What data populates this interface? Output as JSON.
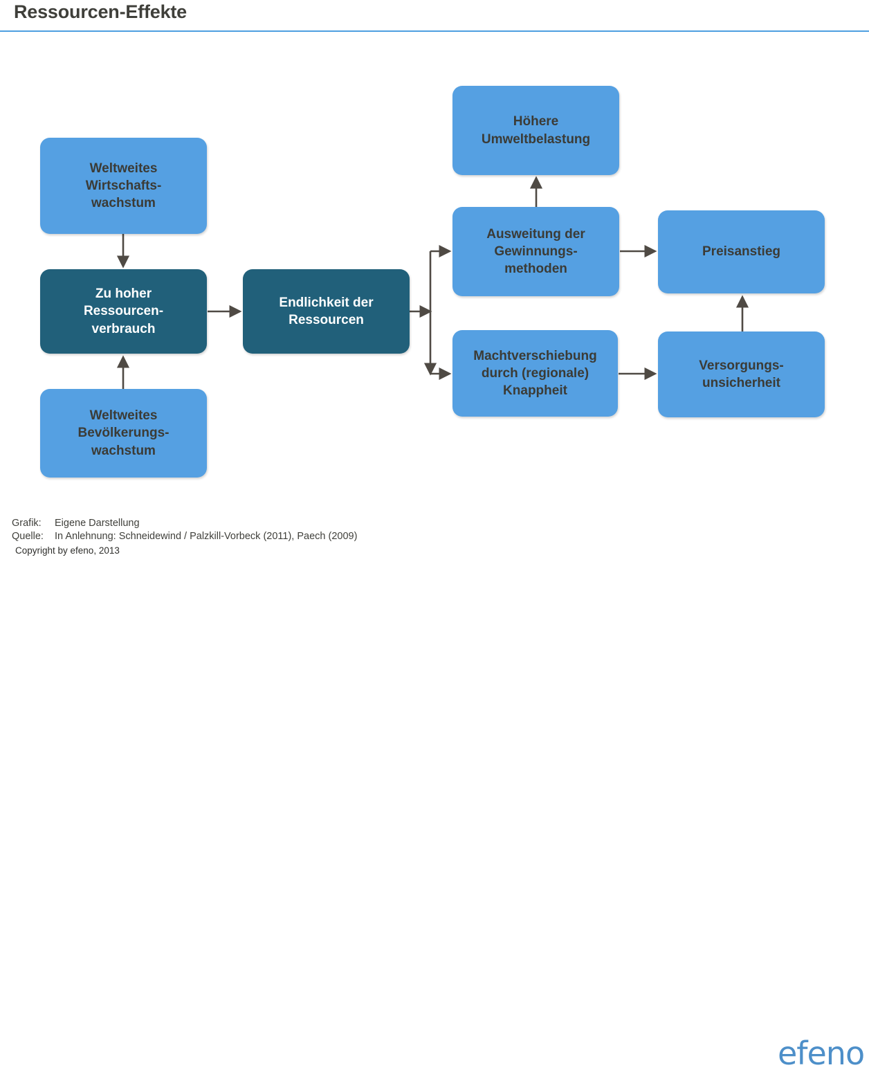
{
  "header": {
    "title": "Ressourcen-Effekte",
    "rule_color": "#4d9fe0"
  },
  "theme": {
    "light_box": "#55a0e2",
    "dark_box": "#21607a",
    "light_box_text": "#3b3b36",
    "dark_box_text": "#ffffff",
    "edge_color": "#4f4a44",
    "logo_color": "#4d8fc9"
  },
  "diagram": {
    "type": "flowchart",
    "nodes": [
      {
        "id": "wirtschaftswachstum",
        "label": "Weltweites\nWirtschafts-\nwachstum",
        "style": "light"
      },
      {
        "id": "ressourcenverbrauch",
        "label": "Zu hoher\nRessourcen-\nverbrauch",
        "style": "dark"
      },
      {
        "id": "bevoelkerungswachstum",
        "label": "Weltweites\nBevölkerungs-\nwachstum",
        "style": "light"
      },
      {
        "id": "endlichkeit",
        "label": "Endlichkeit der\nRessourcen",
        "style": "dark"
      },
      {
        "id": "umweltbelastung",
        "label": "Höhere\nUmweltbelastung",
        "style": "light"
      },
      {
        "id": "ausweitung",
        "label": "Ausweitung der\nGewinnungs-\nmethoden",
        "style": "light"
      },
      {
        "id": "machtverschiebung",
        "label": "Machtverschiebung\ndurch (regionale)\nKnappheit",
        "style": "light"
      },
      {
        "id": "preisanstieg",
        "label": "Preisanstieg",
        "style": "light"
      },
      {
        "id": "versorgungsunsicherheit",
        "label": "Versorgungs-\nunsicherheit",
        "style": "light"
      }
    ],
    "edges": [
      {
        "from": "wirtschaftswachstum",
        "to": "ressourcenverbrauch",
        "direction": "down"
      },
      {
        "from": "bevoelkerungswachstum",
        "to": "ressourcenverbrauch",
        "direction": "up"
      },
      {
        "from": "ressourcenverbrauch",
        "to": "endlichkeit",
        "direction": "right"
      },
      {
        "from": "endlichkeit",
        "to": "ausweitung",
        "direction": "right-branch-up"
      },
      {
        "from": "endlichkeit",
        "to": "machtverschiebung",
        "direction": "right-branch-down"
      },
      {
        "from": "ausweitung",
        "to": "umweltbelastung",
        "direction": "up"
      },
      {
        "from": "ausweitung",
        "to": "preisanstieg",
        "direction": "right"
      },
      {
        "from": "machtverschiebung",
        "to": "versorgungsunsicherheit",
        "direction": "right"
      },
      {
        "from": "versorgungsunsicherheit",
        "to": "preisanstieg",
        "direction": "up"
      }
    ]
  },
  "footer": {
    "grafik_key": "Grafik:",
    "grafik_value": "Eigene Darstellung",
    "quelle_key": "Quelle:",
    "quelle_value": "In Anlehnung: Schneidewind / Palzkill-Vorbeck (2011), Paech (2009)",
    "copyright": "Copyright by efeno, 2013",
    "logo_text": "efeno"
  }
}
